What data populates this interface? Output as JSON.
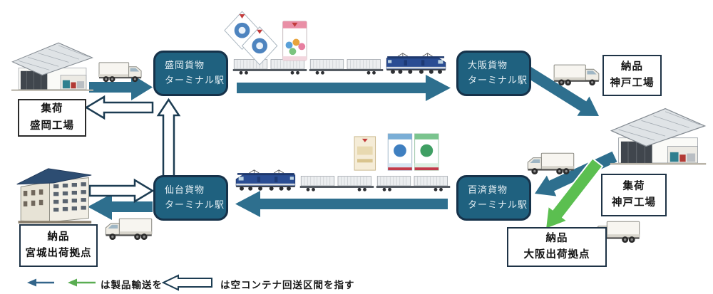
{
  "diagram_title": "rail-freight-round-use-route-diagram",
  "terminals": {
    "morioka": {
      "line1": "盛岡貨物",
      "line2": "ターミナル駅"
    },
    "osaka": {
      "line1": "大阪貨物",
      "line2": "ターミナル駅"
    },
    "sendai": {
      "line1": "仙台貨物",
      "line2": "ターミナル駅"
    },
    "kudara": {
      "line1": "百済貨物",
      "line2": "ターミナル駅"
    }
  },
  "sites": {
    "morioka_factory": {
      "line1": "集荷",
      "line2": "盛岡工場"
    },
    "kobe_delivery": {
      "line1": "納品",
      "line2": "神戸工場"
    },
    "kobe_pickup": {
      "line1": "集荷",
      "line2": "神戸工場"
    },
    "osaka_base": {
      "line1": "納品",
      "line2": "大阪出荷拠点"
    },
    "miyagi_base": {
      "line1": "納品",
      "line2": "宮城出荷拠点"
    }
  },
  "legend": {
    "product_transport_label": "は製品輸送を",
    "empty_container_label": "は空コンテナ回送区間を指す"
  },
  "colors": {
    "terminal_fill": "#1f617f",
    "terminal_border": "#16324a",
    "solid_arrow": "#2e6f8e",
    "green_arrow": "#5bbf50",
    "outline_arrow_border": "#1c3c52"
  }
}
